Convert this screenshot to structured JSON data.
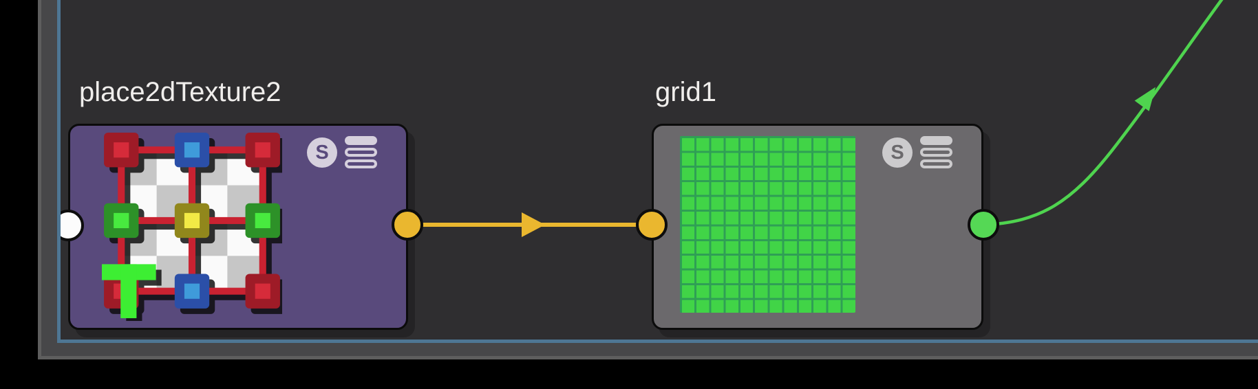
{
  "app": "maya-node-editor",
  "canvas": {
    "background": "#2f2e30"
  },
  "frame": {
    "outside_color": "#000000",
    "outer_line_color": "#5e5e5e",
    "strip_color": "#474749",
    "focus_border_color": "#4e7694"
  },
  "nodes": [
    {
      "title": "place2dTexture2",
      "type": "place2dTexture",
      "body_color": "#594a7c",
      "swatch_badge": "S",
      "icon": "place2d-texture-icon",
      "input_port_color": "#fcfcfc",
      "output_port_color": "#eab72f"
    },
    {
      "title": "grid1",
      "type": "grid-texture",
      "body_color": "#6b696c",
      "swatch_badge": "S",
      "preview_cell_color": "#41d447",
      "preview_line_color": "#2f9f55",
      "input_port_color": "#eab72f",
      "output_port_color": "#55d855"
    }
  ],
  "connections": [
    {
      "from": "place2dTexture2.output",
      "to": "grid1.input",
      "color": "#eab72f",
      "style": "straight-arrow"
    },
    {
      "from": "grid1.output",
      "to": "offscreen-top-right",
      "color": "#4fd44f",
      "style": "curved-arrow"
    }
  ]
}
